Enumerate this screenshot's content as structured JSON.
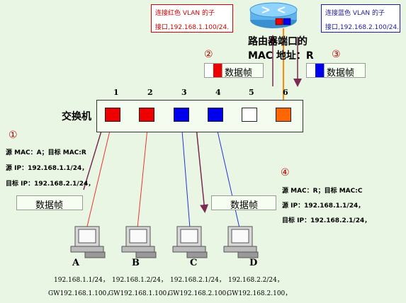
{
  "router": {
    "left_note": {
      "line1": "连接红色 VLAN 的子",
      "line2": "接口,192.168.1.100/24.",
      "color": "#d00000"
    },
    "right_note": {
      "line1": "连接蓝色 VLAN 的子",
      "line2": "接口,192.168.2.100/24.",
      "color": "#1a1aa0"
    },
    "mac_label_1": "路由器端口的",
    "mac_label_2": "MAC 地址：R"
  },
  "frames": {
    "frame2": {
      "num": "②",
      "label": "数据帧"
    },
    "frame3": {
      "num": "③",
      "label": "数据帧"
    },
    "frame1": {
      "label": "数据帧"
    },
    "frame4": {
      "label": "数据帧"
    }
  },
  "switch": {
    "label": "交换机",
    "ports": [
      {
        "num": "1",
        "color": "#ee0000"
      },
      {
        "num": "2",
        "color": "#ee0000"
      },
      {
        "num": "3",
        "color": "#0000ee"
      },
      {
        "num": "4",
        "color": "#0000ee"
      },
      {
        "num": "5",
        "color": "#ffffff"
      },
      {
        "num": "6",
        "color": "#ff6600"
      }
    ]
  },
  "step1": {
    "num": "①",
    "mac": "源 MAC：A；目标 MAC:R",
    "ip": "源 IP：192.168.1.1/24，",
    "dst": "目标 IP：192.168.2.1/24，"
  },
  "step4": {
    "num": "④",
    "mac": "源 MAC：R；目标 MAC:C",
    "ip": "源 IP：192.168.1.1/24，",
    "dst": "目标 IP：192.168.2.1/24，"
  },
  "hosts": [
    {
      "name": "A",
      "ip": "192.168.1.1/24，",
      "gw": "GW192.168.1.100，"
    },
    {
      "name": "B",
      "ip": "192.168.1.2/24，",
      "gw": "GW192.168.1.100，"
    },
    {
      "name": "C",
      "ip": "192.168.2.1/24，",
      "gw": "GW192.168.2.100，"
    },
    {
      "name": "D",
      "ip": "192.168.2.2/24，",
      "gw": "GW192.168.2.100，"
    }
  ],
  "colors": {
    "red_vlan": "#ee0000",
    "blue_vlan": "#0000ee",
    "trunk": "#ff6600",
    "arrow": "#7a2a55"
  }
}
